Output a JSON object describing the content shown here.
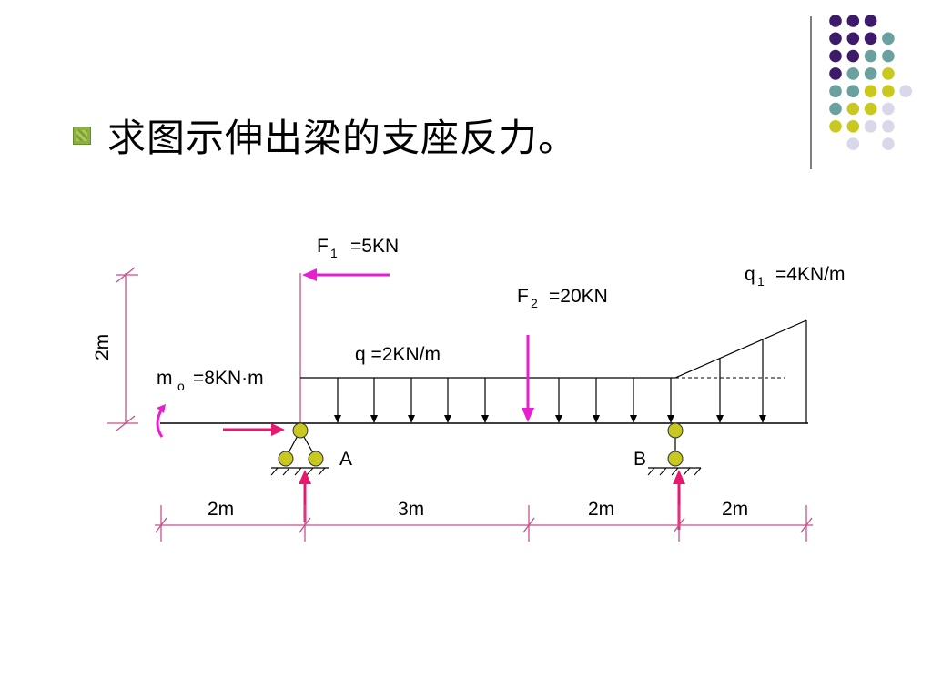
{
  "title": "求图示伸出梁的支座反力。",
  "labels": {
    "F1_sym": "F",
    "F1_sub": "1",
    "F1_val": "=5KN",
    "F2_sym": "F",
    "F2_sub": "2",
    "F2_val": "=20KN",
    "q1_sym": "q",
    "q1_sub": "1",
    "q1_val": "=4KN/m",
    "q_text": "q =2KN/m",
    "mo_sym": "m",
    "mo_sub": "o",
    "mo_val": "=8KN·m",
    "height": "2m",
    "support_a": "A",
    "support_b": "B"
  },
  "dimensions": [
    "2m",
    "3m",
    "2m",
    "2m"
  ],
  "colors": {
    "accent_magenta": "#e81ed0",
    "reaction_pink": "#e8186e",
    "support_yellow": "#c8c81e",
    "frame_line": "#c8508c",
    "dot_purple": "#3d1a6a",
    "dot_teal": "#6aa0a0",
    "dot_yellow": "#c8c81e",
    "dot_lavender": "#d8d8ea"
  },
  "decor_dots": [
    [
      "purple",
      "purple",
      "purple",
      ""
    ],
    [
      "purple",
      "purple",
      "purple",
      "teal"
    ],
    [
      "purple",
      "purple",
      "teal",
      "teal"
    ],
    [
      "purple",
      "teal",
      "teal",
      "yellow"
    ],
    [
      "teal",
      "teal",
      "yellow",
      "yellow",
      "lavender"
    ],
    [
      "teal",
      "yellow",
      "yellow",
      "lavender"
    ],
    [
      "yellow",
      "yellow",
      "lavender",
      "lavender"
    ],
    [
      "",
      "lavender",
      "",
      "lavender"
    ]
  ]
}
